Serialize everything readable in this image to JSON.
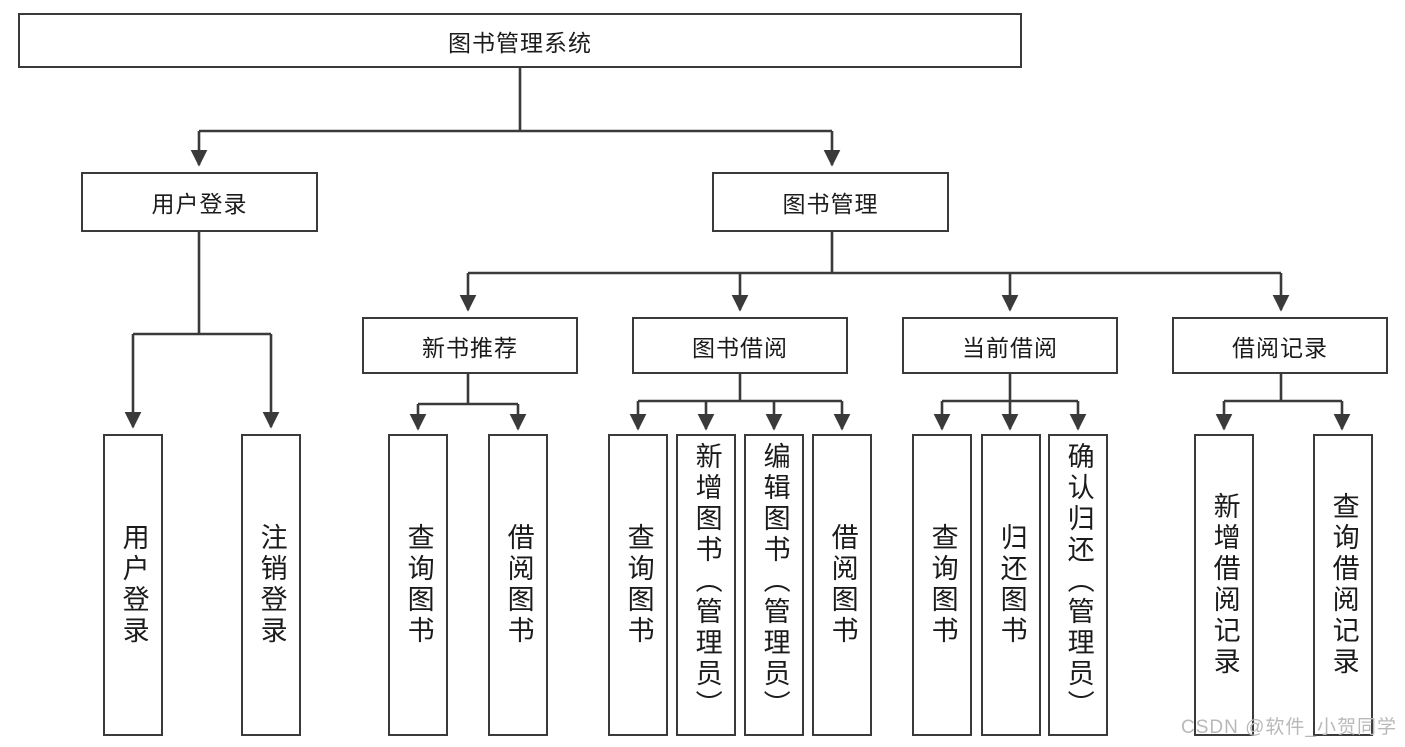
{
  "diagram": {
    "type": "tree-hierarchy",
    "root": {
      "label": "图书管理系统"
    },
    "level2": [
      {
        "label": "用户登录"
      },
      {
        "label": "图书管理"
      }
    ],
    "level3": [
      {
        "label": "新书推荐"
      },
      {
        "label": "图书借阅"
      },
      {
        "label": "当前借阅"
      },
      {
        "label": "借阅记录"
      }
    ],
    "leaves": {
      "user_login": [
        {
          "label": "用户登录"
        },
        {
          "label": "注销登录"
        }
      ],
      "new_book_recommend": [
        {
          "label": "查询图书"
        },
        {
          "label": "借阅图书"
        }
      ],
      "book_borrow": [
        {
          "label": "查询图书"
        },
        {
          "label": "新增图书（管理员）"
        },
        {
          "label": "编辑图书（管理员）"
        },
        {
          "label": "借阅图书"
        }
      ],
      "current_borrow": [
        {
          "label": "查询图书"
        },
        {
          "label": "归还图书"
        },
        {
          "label": "确认归还（管理员）"
        }
      ],
      "borrow_record": [
        {
          "label": "新增借阅记录"
        },
        {
          "label": "查询借阅记录"
        }
      ]
    }
  },
  "watermark": {
    "text": "CSDN @软件_小贺同学"
  },
  "colors": {
    "stroke": "#3a3a3a",
    "text": "#1b1b1b",
    "background": "#ffffff",
    "watermark": "#b9b9b9"
  }
}
